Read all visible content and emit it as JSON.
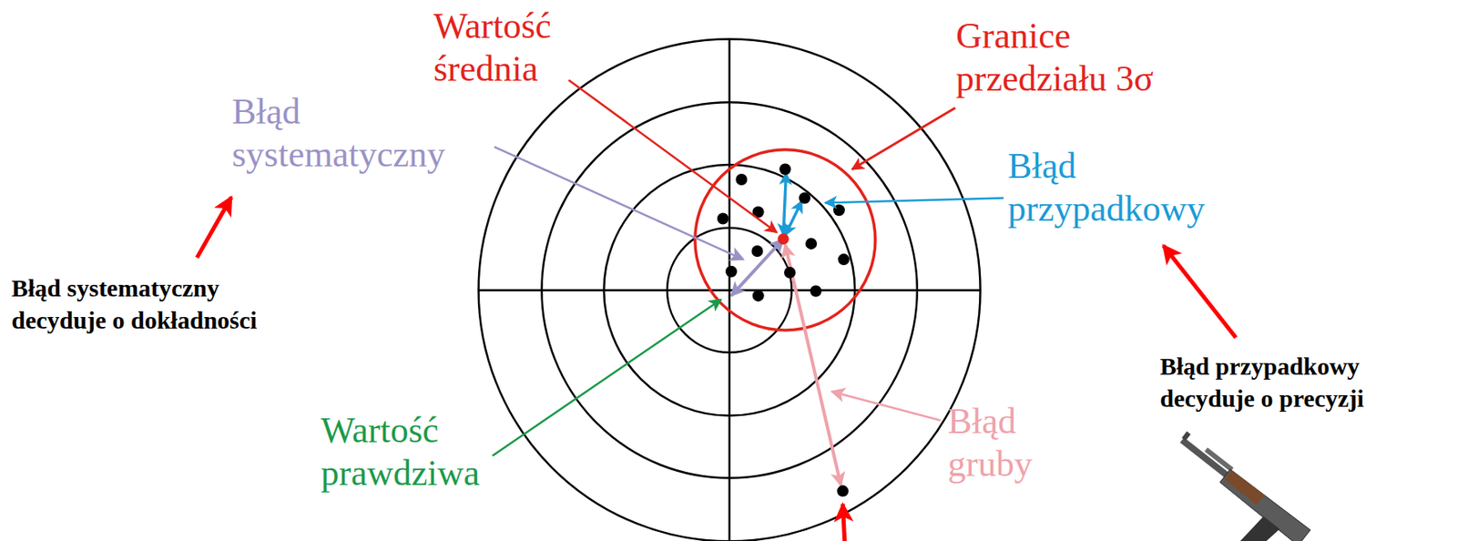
{
  "diagram": {
    "labels": [
      "Wartość średnia",
      "Granice przedziału 3σ",
      "Błąd systematyczny",
      "Błąd przypadkowy",
      "Błąd gruby",
      "Wartość prawdziwa",
      "Błąd systematyczny decyduje o dokładności",
      "Błąd przypadkowy decyduje o precyzji"
    ]
  }
}
